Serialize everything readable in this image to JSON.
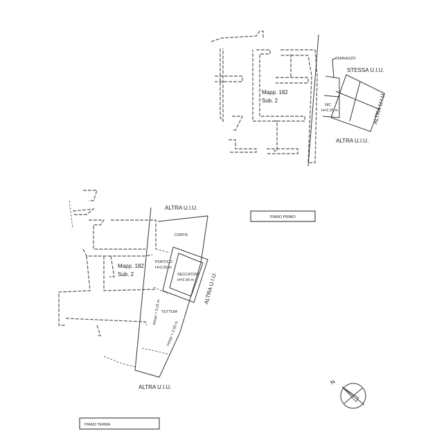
{
  "piano_primo": {
    "title": "PIANO PRIMO",
    "mapp": "Mapp. 182",
    "sub": "Sub. 2",
    "terrazzo": "TERRAZZO",
    "stessa_uiu": "STESSA U.I.U.",
    "wc": "WC",
    "wc_height": "H=2.25 m",
    "altra_uiu_right": "ALTRA U.I.U.",
    "altra_uiu_bottom": "ALTRA U.I.U."
  },
  "piano_terra": {
    "title": "PIANO TERRA",
    "altra_uiu_top": "ALTRA U.I.U.",
    "corte": "CORTE",
    "portico": "PORTICO",
    "portico_height": "H=2.50 m",
    "mapp": "Mapp. 182",
    "sub": "Sub. 2",
    "seccatoio": "SECCATOIO",
    "seccatoio_height": "H=2.00 m",
    "altra_uiu_right": "ALTRA U.I.U.",
    "tettoia": "TETTOIA",
    "hmax_1": "Hmax = 3.15 m",
    "hmax_2": "Hmax = 2.50 m",
    "altra_uiu_bottom": "ALTRA U.I.U."
  },
  "compass": {
    "north": "N"
  }
}
